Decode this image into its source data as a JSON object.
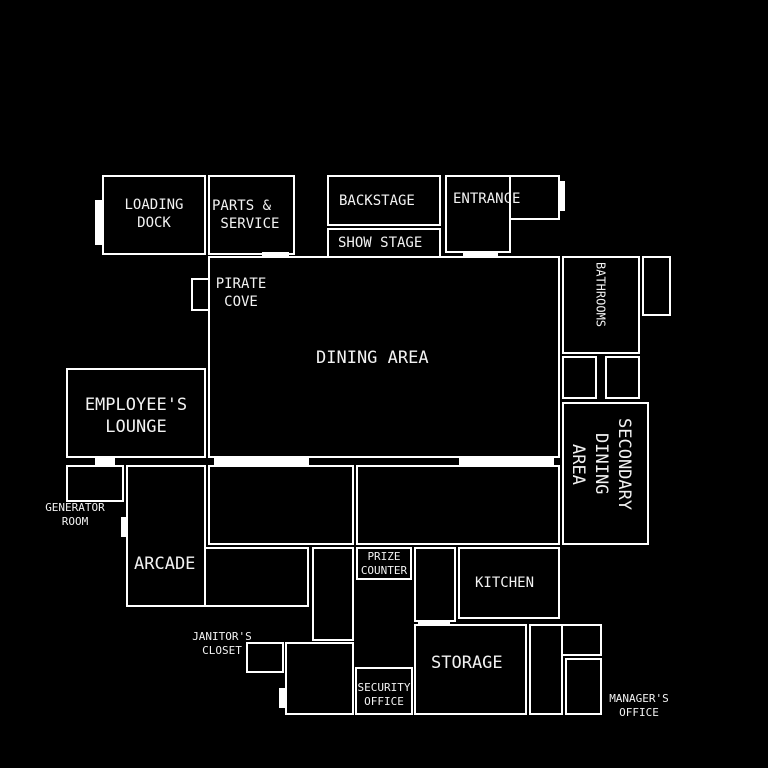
{
  "map": {
    "background_color": "#000000",
    "wall_color": "#ffffff",
    "rooms": {
      "loading_dock": "LOADING\nDOCK",
      "parts_service": "PARTS &\n SERVICE",
      "backstage": "BACKSTAGE",
      "show_stage": "SHOW STAGE",
      "entrance": "ENTRANCE",
      "pirate_cove": "PIRATE\nCOVE",
      "dining_area": "DINING AREA",
      "bathrooms": "BATHROOMS",
      "employees_lounge": "EMPLOYEE'S\nLOUNGE",
      "secondary_dining_area": "SECONDARY\nDINING\nAREA",
      "generator_room": "GENERATOR\nROOM",
      "arcade": "ARCADE",
      "prize_counter": "PRIZE\nCOUNTER",
      "kitchen": "KITCHEN",
      "janitors_closet": "JANITOR'S\nCLOSET",
      "storage": "STORAGE",
      "security_office": "SECURITY\nOFFICE",
      "managers_office": "MANAGER'S\nOFFICE"
    }
  }
}
